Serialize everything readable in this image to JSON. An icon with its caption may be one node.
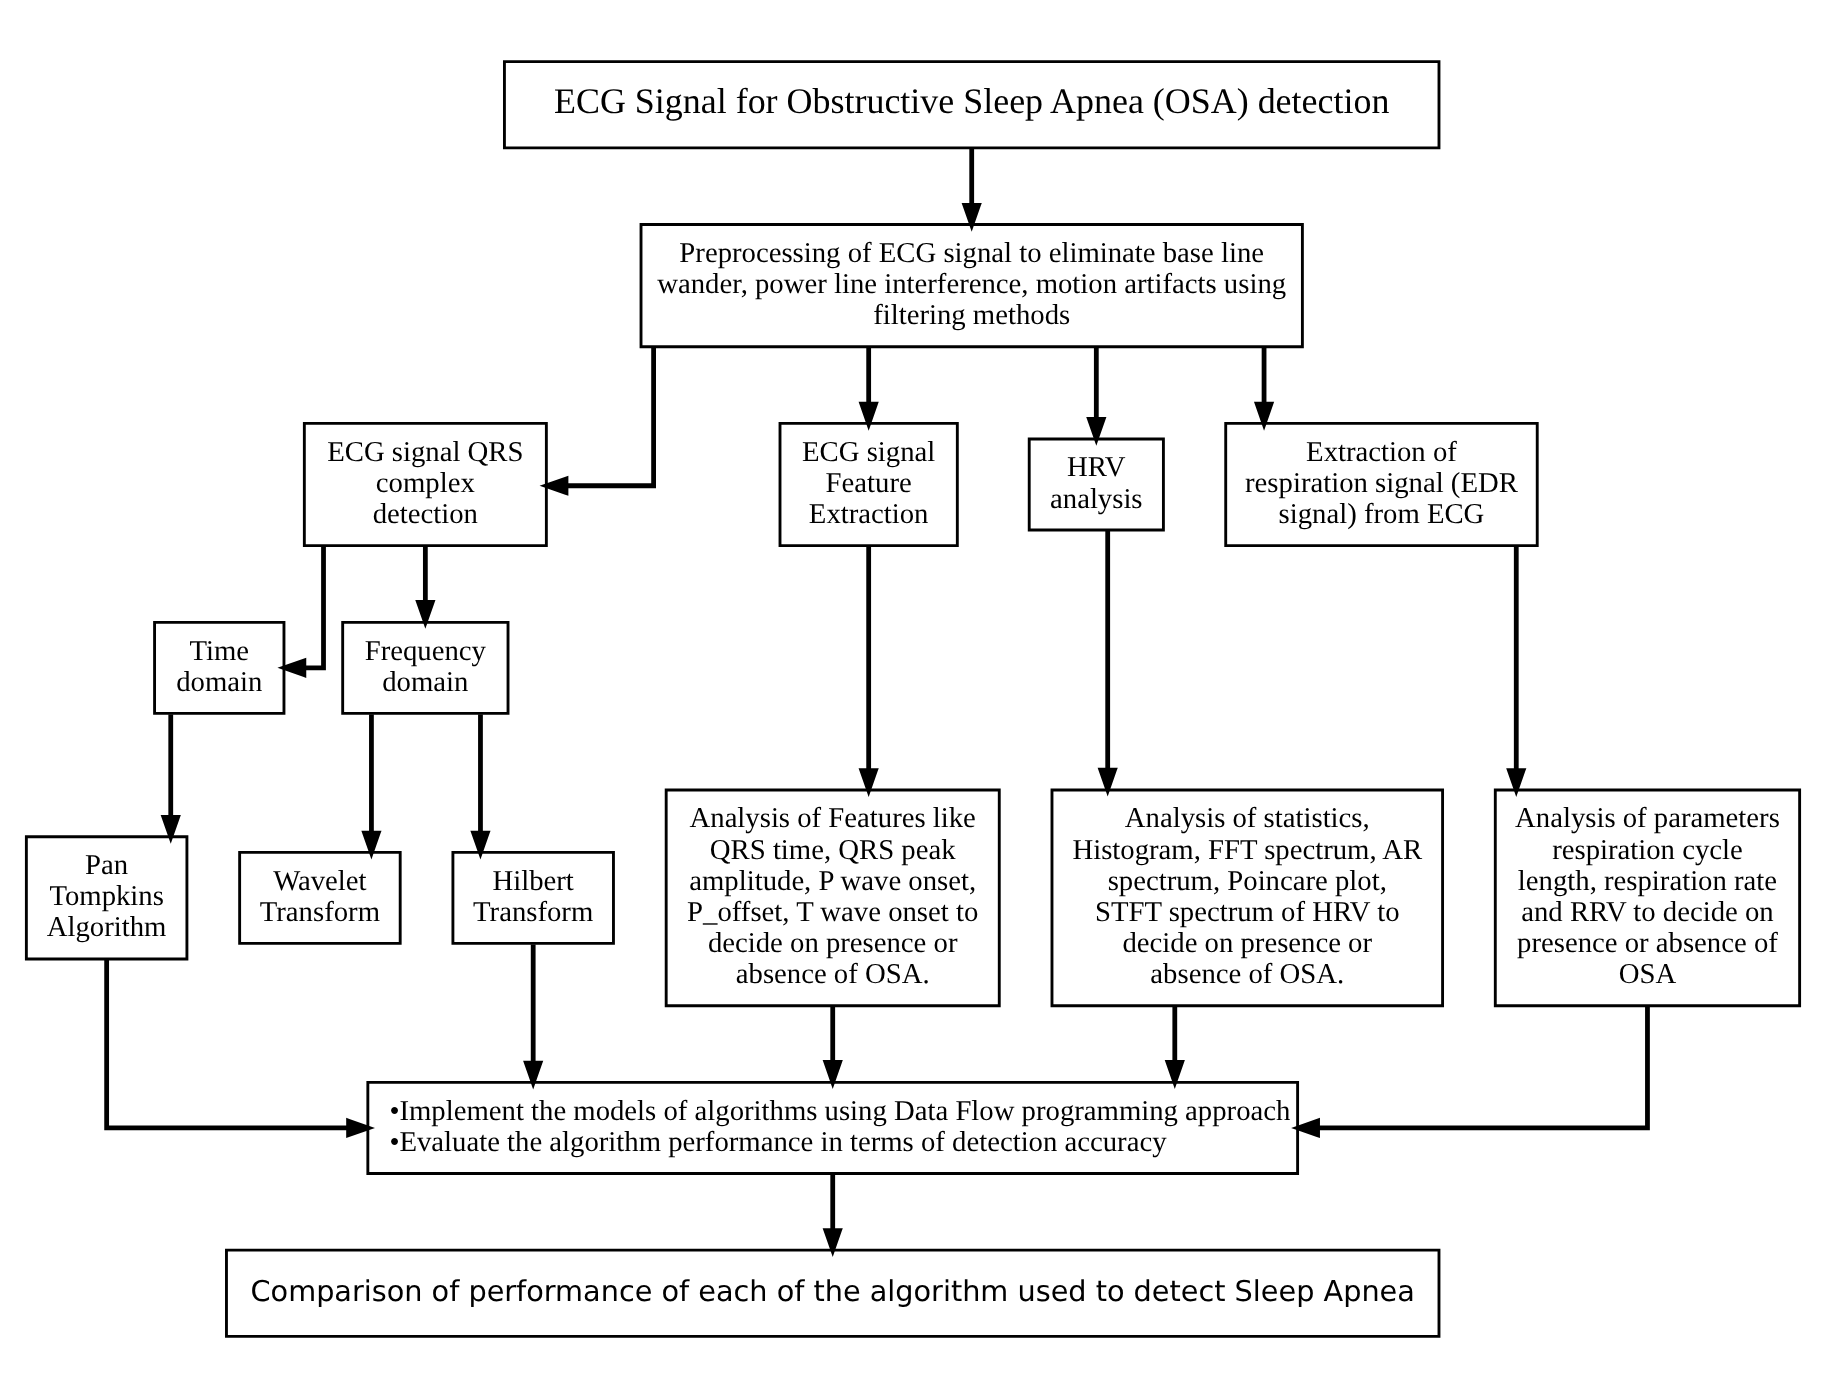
{
  "diagram": {
    "nodes": [
      {
        "text": [
          "ECG Signal for Obstructive Sleep Apnea (OSA) detection"
        ]
      },
      {
        "text": [
          "Preprocessing of ECG signal to eliminate base line wander, power line interference, motion artifacts using filtering methods"
        ]
      },
      {
        "text": [
          "ECG signal QRS complex detection"
        ]
      },
      {
        "text": [
          "ECG signal Feature Extraction"
        ]
      },
      {
        "text": [
          "HRV analysis"
        ]
      },
      {
        "text": [
          "Extraction of respiration signal (EDR signal) from ECG"
        ]
      },
      {
        "text": [
          "Time domain"
        ]
      },
      {
        "text": [
          "Frequency domain"
        ]
      },
      {
        "text": [
          "Pan Tompkins Algorithm"
        ]
      },
      {
        "text": [
          "Wavelet Transform"
        ]
      },
      {
        "text": [
          "Hilbert Transform"
        ]
      },
      {
        "text": [
          "Analysis of Features like QRS time, QRS peak amplitude, P wave onset, P_offset, T wave onset to decide on presence or absence of OSA."
        ]
      },
      {
        "text": [
          "Analysis of statistics, Histogram, FFT spectrum, AR spectrum, Poincare plot, STFT spectrum of HRV to decide on presence or absence of OSA."
        ]
      },
      {
        "text": [
          "Analysis of parameters respiration cycle length, respiration rate and RRV to decide on presence or absence of OSA"
        ]
      },
      {
        "text": [
          "•Implement the models of algorithms using Data Flow programming approach",
          "•Evaluate the algorithm performance in terms of detection accuracy"
        ]
      },
      {
        "text": [
          "Comparison of performance of each of the algorithm used to detect Sleep Apnea"
        ]
      }
    ],
    "edges": [
      {
        "from": 0,
        "to": 1,
        "arrow": "to"
      },
      {
        "from": 1,
        "to": 2,
        "arrow": "to"
      },
      {
        "from": 1,
        "to": 3,
        "arrow": "to"
      },
      {
        "from": 1,
        "to": 4,
        "arrow": "to"
      },
      {
        "from": 1,
        "to": 5,
        "arrow": "to"
      },
      {
        "from": 2,
        "to": 6,
        "arrow": "to"
      },
      {
        "from": 2,
        "to": 7,
        "arrow": "to"
      },
      {
        "from": 6,
        "to": 8,
        "arrow": "to"
      },
      {
        "from": 7,
        "to": 9,
        "arrow": "to"
      },
      {
        "from": 7,
        "to": 10,
        "arrow": "to"
      },
      {
        "from": 3,
        "to": 11,
        "arrow": "to"
      },
      {
        "from": 4,
        "to": 12,
        "arrow": "to"
      },
      {
        "from": 5,
        "to": 13,
        "arrow": "to"
      },
      {
        "from": 8,
        "to": 14,
        "arrow": "to"
      },
      {
        "from": 10,
        "to": 14,
        "arrow": "to"
      },
      {
        "from": 11,
        "to": 14,
        "arrow": "to"
      },
      {
        "from": 12,
        "to": 14,
        "arrow": "to"
      },
      {
        "from": 13,
        "to": 14,
        "arrow": "to"
      },
      {
        "from": 14,
        "to": 15,
        "arrow": "to"
      }
    ]
  }
}
